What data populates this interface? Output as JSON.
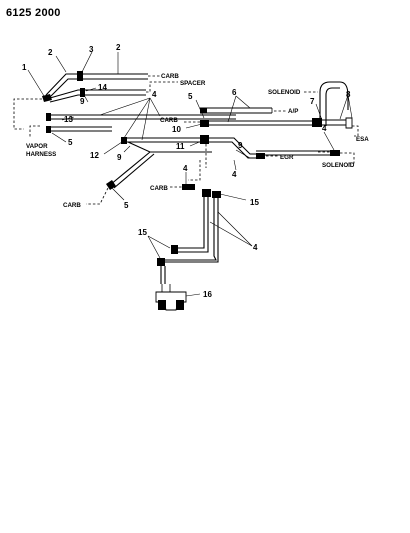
{
  "title": "6125 2000",
  "labels": {
    "carb_top": "CARB",
    "spacer": "SPACER",
    "solenoid_top": "SOLENOID",
    "ap": "A/P",
    "carb_mid": "CARB",
    "esa": "ESA",
    "vapor": "VAPOR",
    "harness": "HARNESS",
    "egr": "EGR",
    "solenoid_mid": "SOLENOID",
    "carb_left": "CARB",
    "carb_center": "CARB"
  },
  "callouts": {
    "n1": "1",
    "n2a": "2",
    "n3": "3",
    "n2b": "2",
    "n14": "14",
    "n9a": "9",
    "n4a": "4",
    "n5a": "5",
    "n6": "6",
    "n7": "7",
    "n8": "8",
    "n13": "13",
    "n10": "10",
    "n5b": "5",
    "n12": "12",
    "n9b": "9",
    "n11": "11",
    "n9c": "9",
    "n4b": "4",
    "n4c": "4",
    "n4d": "4",
    "n5c": "5",
    "n15a": "15",
    "n15b": "15",
    "n4e": "4",
    "n16": "16"
  }
}
